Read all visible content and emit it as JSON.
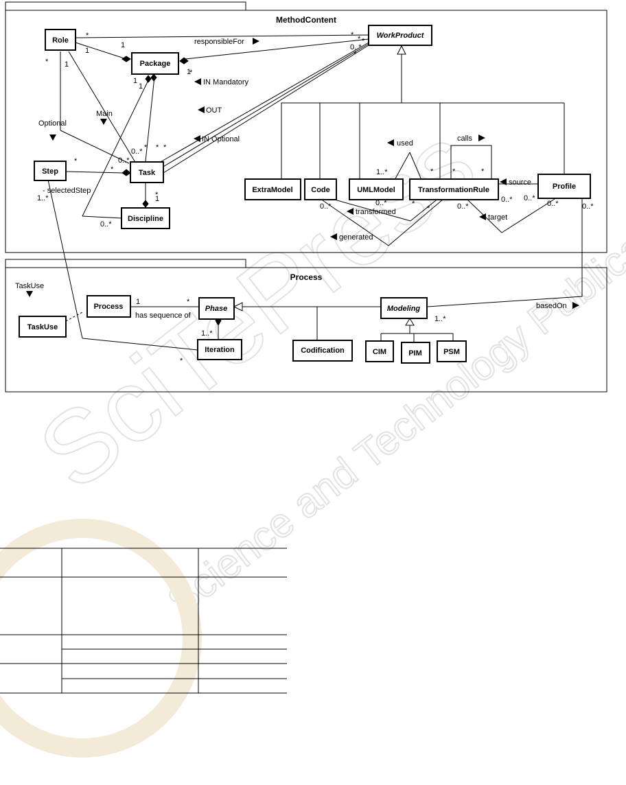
{
  "watermark": {
    "main": "SciTePress",
    "sub": "Science and Technology Publications"
  },
  "packages": {
    "method_content": "MethodContent",
    "process": "Process"
  },
  "classes": {
    "role": "Role",
    "package": "Package",
    "work_product": "WorkProduct",
    "step": "Step",
    "task": "Task",
    "discipline": "Discipline",
    "extra_model": "ExtraModel",
    "code": "Code",
    "uml_model": "UMLModel",
    "transformation_rule": "TransformationRule",
    "profile": "Profile",
    "process": "Process",
    "phase": "Phase",
    "task_use": "TaskUse",
    "iteration": "Iteration",
    "modeling": "Modeling",
    "codification": "Codification",
    "cim": "CIM",
    "pim": "PIM",
    "psm": "PSM"
  },
  "associations": {
    "responsible_for": "responsibleFor",
    "in_mandatory": "IN Mandatory",
    "out": "OUT",
    "in_optional": "IN Optional",
    "main": "Main",
    "optional": "Optional",
    "selected_step": "- selectedStep",
    "used": "used",
    "calls": "calls",
    "source": "source",
    "transformed": "transformed",
    "target": "target",
    "generated": "generated",
    "task_use_note": "TaskUse",
    "has_sequence_of": "has sequence of",
    "based_on": "basedOn"
  },
  "multiplicities": [
    "*",
    "*",
    "1",
    "1",
    "*",
    "1",
    "1",
    "1",
    "*",
    "0..*",
    "*",
    "*",
    "*",
    "0..*",
    "*",
    "*",
    "*",
    "1",
    "0..*",
    "*",
    "1..*",
    "0..*",
    "0..*",
    "1..*",
    "*",
    "*",
    "*",
    "*",
    "0..*",
    "0..*",
    "0..*",
    "*",
    "*",
    "0..*",
    "0..*",
    "*",
    "1",
    "*",
    "1",
    "1..*",
    "*",
    "1..*"
  ],
  "colors": {
    "line": "#000000",
    "background": "#ffffff",
    "watermark": "#e2e2e2"
  }
}
